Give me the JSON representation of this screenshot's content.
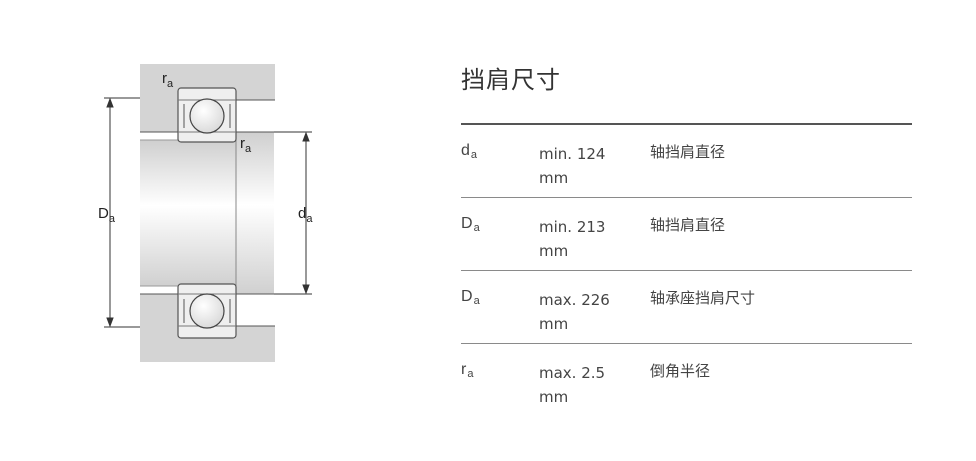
{
  "diagram": {
    "labels": {
      "ra_top_main": "r",
      "ra_top_sub": "a",
      "ra_mid_main": "r",
      "ra_mid_sub": "a",
      "Da_main": "D",
      "Da_sub": "a",
      "da_main": "d",
      "da_sub": "a"
    }
  },
  "section": {
    "title": "挡肩尺寸"
  },
  "rows": [
    {
      "symbol": "d",
      "sub": "a",
      "value": "min. 124",
      "unit": "mm",
      "description": "轴挡肩直径"
    },
    {
      "symbol": "D",
      "sub": "a",
      "value": "min. 213",
      "unit": "mm",
      "description": "轴挡肩直径"
    },
    {
      "symbol": "D",
      "sub": "a",
      "value": "max. 226",
      "unit": "mm",
      "description": "轴承座挡肩尺寸"
    },
    {
      "symbol": "r",
      "sub": "a",
      "value": "max. 2.5",
      "unit": "mm",
      "description": "倒角半径"
    }
  ]
}
